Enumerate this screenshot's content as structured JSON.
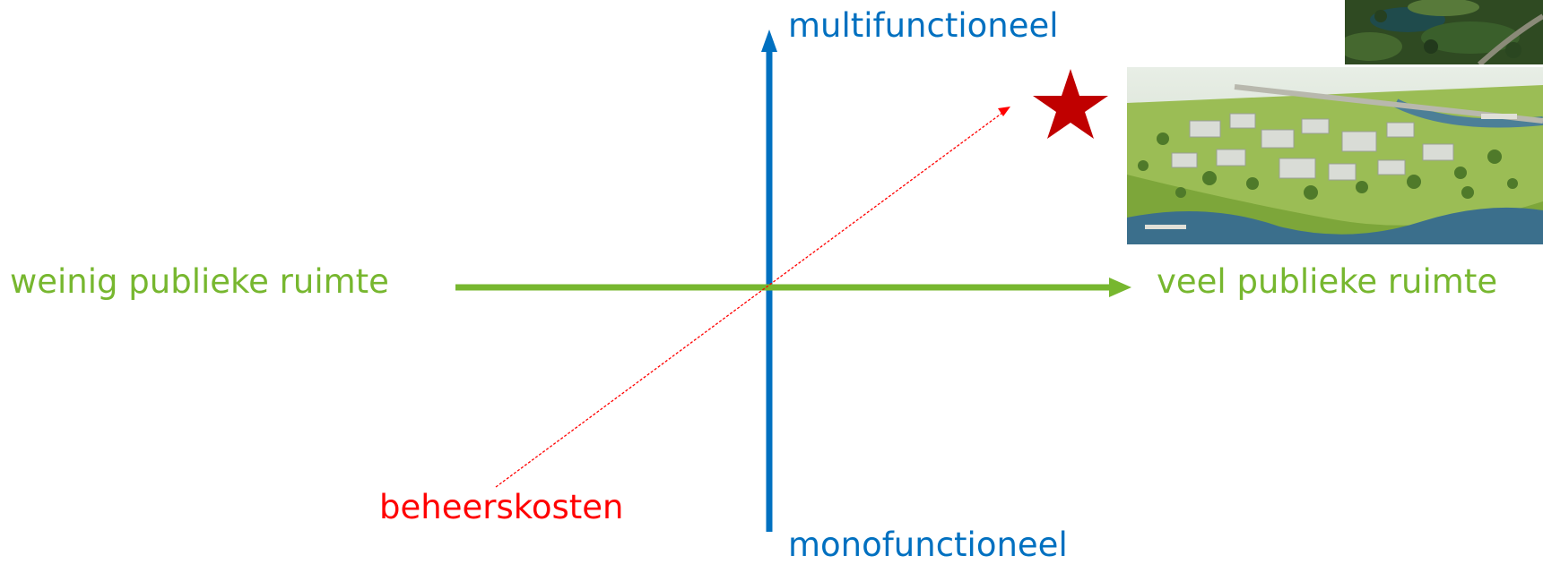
{
  "axes": {
    "vertical": {
      "top_label": "multifunctioneel",
      "bottom_label": "monofunctioneel",
      "color": "#0070c0"
    },
    "horizontal": {
      "left_label": "weinig publieke ruimte",
      "right_label": "veel publieke ruimte",
      "color": "#77b72f"
    }
  },
  "annotation": {
    "label": "beheerskosten",
    "color": "#ff0000"
  },
  "marker": {
    "icon": "star-icon",
    "color": "#c00000"
  },
  "images": [
    {
      "icon": "aerial-forest-lake-photo"
    },
    {
      "icon": "aerial-green-campus-photo"
    }
  ]
}
